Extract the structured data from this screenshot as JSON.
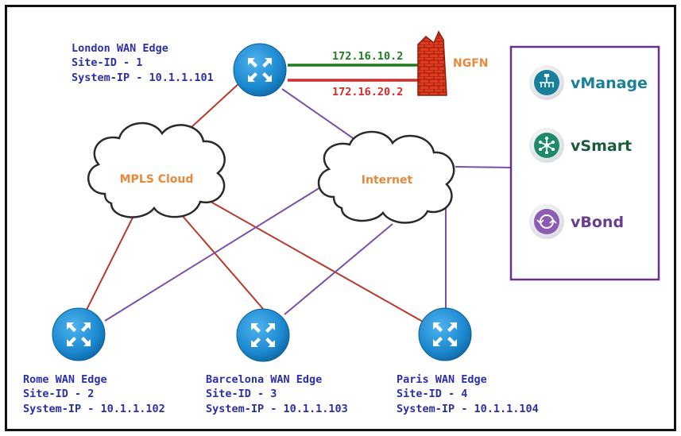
{
  "colors": {
    "site_text": "#2b2fa8",
    "cloud_label": "#e8883a",
    "mpls_link": "#b83a2e",
    "internet_link": "#7b4ea8",
    "green_link": "#1e7d1e",
    "red_link": "#d42a2a",
    "router": "#1b88cf",
    "controller_box": "#6a2f8c",
    "vmanage": "#1a7f9b",
    "vsmart": "#1a5c3a",
    "vbond": "#6a3d8f"
  },
  "sites": {
    "london": {
      "name": "London WAN Edge",
      "site_id": "Site-ID - 1",
      "system_ip": "System-IP - 10.1.1.101"
    },
    "rome": {
      "name": "Rome WAN Edge",
      "site_id": "Site-ID - 2",
      "system_ip": "System-IP - 10.1.1.102"
    },
    "barcelona": {
      "name": "Barcelona WAN Edge",
      "site_id": "Site-ID - 3",
      "system_ip": "System-IP - 10.1.1.103"
    },
    "paris": {
      "name": "Paris WAN Edge",
      "site_id": "Site-ID - 4",
      "system_ip": "System-IP - 10.1.1.104"
    }
  },
  "firewall": {
    "label": "NGFN",
    "link_green_ip": "172.16.10.2",
    "link_red_ip": "172.16.20.2"
  },
  "clouds": {
    "mpls": "MPLS Cloud",
    "internet": "Internet"
  },
  "controllers": {
    "vmanage": {
      "label": "vManage",
      "icon": "vmanage-icon"
    },
    "vsmart": {
      "label": "vSmart",
      "icon": "vsmart-icon"
    },
    "vbond": {
      "label": "vBond",
      "icon": "vbond-icon"
    }
  }
}
